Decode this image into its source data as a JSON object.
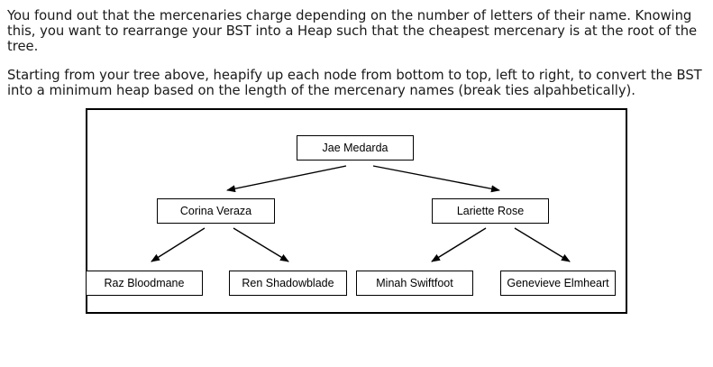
{
  "instructions": {
    "paragraph1": "You found out that the mercenaries charge depending on the number of letters of their name. Knowing this, you want to rearrange your BST into a Heap such that the cheapest mercenary is at the root of the tree.",
    "paragraph2": "Starting from your tree above, heapify up each node from bottom to top, left to right, to convert the BST into a minimum heap based on the length of the mercenary names (break ties alpahbetically)."
  },
  "tree": {
    "root": "Jae Medarda",
    "level1": [
      "Corina Veraza",
      "Lariette Rose"
    ],
    "level2": [
      "Raz Bloodmane",
      "Ren Shadowblade",
      "Minah Swiftfoot",
      "Genevieve Elmheart"
    ]
  }
}
